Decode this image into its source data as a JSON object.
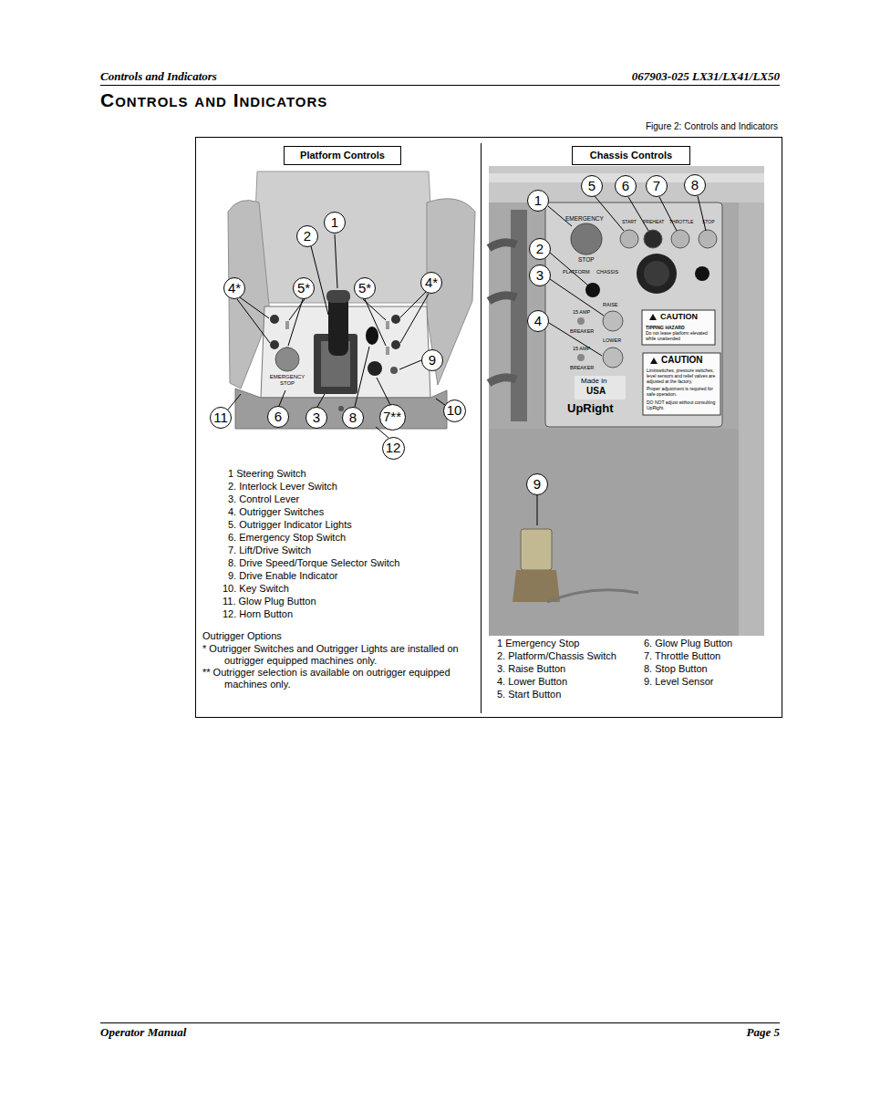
{
  "diagram": {
    "title": "Controls and Indicators",
    "caption": "Figure 2: Controls and Indicators",
    "nodes": [
      {
        "text": [
          "Platform Controls"
        ]
      },
      {
        "text": [
          "1"
        ]
      },
      {
        "text": [
          "2"
        ]
      },
      {
        "text": [
          "4*"
        ]
      },
      {
        "text": [
          "5*"
        ]
      },
      {
        "text": [
          "5*"
        ]
      },
      {
        "text": [
          "4*"
        ]
      },
      {
        "text": [
          "9"
        ]
      },
      {
        "text": [
          "11"
        ]
      },
      {
        "text": [
          "6"
        ]
      },
      {
        "text": [
          "3"
        ]
      },
      {
        "text": [
          "8"
        ]
      },
      {
        "text": [
          "7**"
        ]
      },
      {
        "text": [
          "10"
        ]
      },
      {
        "text": [
          "12"
        ]
      },
      {
        "text": [
          "Chassis Controls"
        ]
      },
      {
        "text": [
          "5"
        ]
      },
      {
        "text": [
          "6"
        ]
      },
      {
        "text": [
          "7"
        ]
      },
      {
        "text": [
          "8"
        ]
      },
      {
        "text": [
          "1"
        ]
      },
      {
        "text": [
          "2"
        ]
      },
      {
        "text": [
          "3"
        ]
      },
      {
        "text": [
          "4"
        ]
      },
      {
        "text": [
          "9"
        ]
      }
    ],
    "labels": [
      "Controls and Indicators",
      "067903-025 LX31/LX41/LX50",
      "1 Steering Switch",
      "2. Interlock Lever Switch",
      "3. Control Lever",
      "4. Outrigger Switches",
      "5. Outrigger Indicator Lights",
      "6. Emergency Stop Switch",
      "7. Lift/Drive Switch",
      "8. Drive Speed/Torque Selector Switch",
      "9. Drive Enable Indicator",
      "10. Key Switch",
      "11. Glow Plug Button",
      "12. Horn Button",
      "Outrigger Options",
      "* Outrigger Switches and Outrigger Lights are installed on outrigger equipped machines only.",
      "** Outrigger selection is available on outrigger equipped machines only.",
      "1 Emergency Stop",
      "2. Platform/Chassis Switch",
      "3. Raise Button",
      "4. Lower Button",
      "5. Start Button",
      "6. Glow Plug Button",
      "7. Throttle Button",
      "8. Stop Button",
      "9. Level Sensor",
      "Operator Manual",
      "Page 5",
      "EMERGENCY",
      "STOP",
      "START",
      "PREHEAT",
      "THROTTLE",
      "STOP",
      "PLATFORM",
      "CHASSIS",
      "RAISE",
      "15 AMP",
      "BREAKER",
      "LOWER",
      "15 AMP",
      "BREAKER",
      "CAUTION",
      "TIPPING HAZARD",
      "Do not leave platform elevated while unattended",
      "CAUTION",
      "Limitswitches, pressure switches, level sensors and relief valves are adjusted at the factory.",
      "Proper adjustment is required for safe operation.",
      "DO NOT adjust without consulting UpRight.",
      "Made in",
      "USA",
      "UpRight",
      "EMERGENCY STOP"
    ]
  }
}
